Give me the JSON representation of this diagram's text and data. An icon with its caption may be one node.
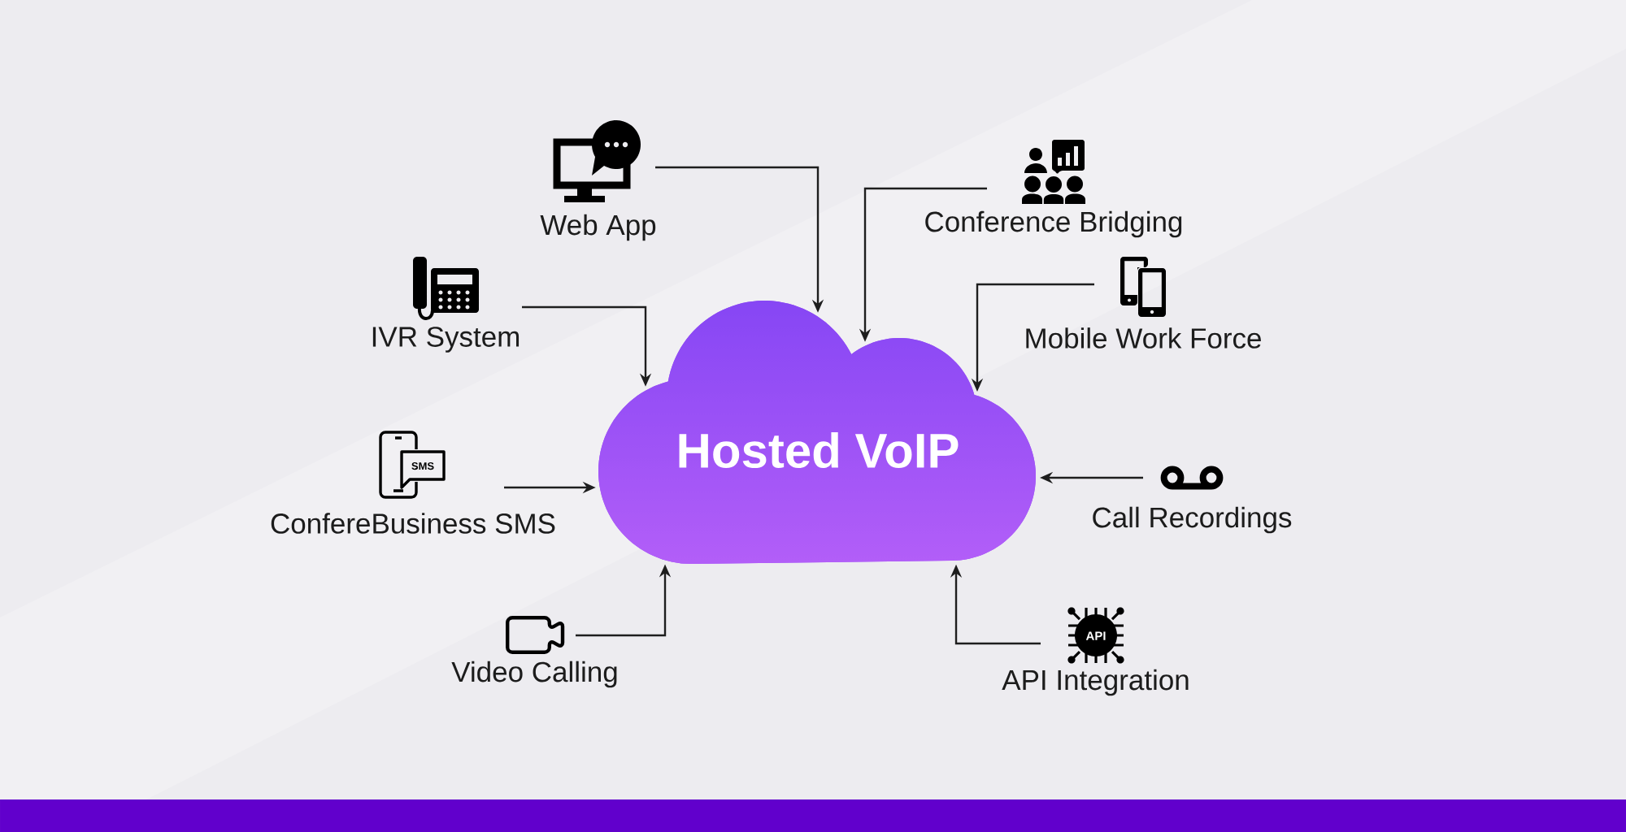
{
  "diagram": {
    "nodes": [
      {
        "text": [
          "Web App"
        ]
      },
      {
        "text": [
          "Conference Bridging"
        ]
      },
      {
        "text": [
          "IVR System"
        ]
      },
      {
        "text": [
          "Mobile Work Force"
        ]
      },
      {
        "text": [
          "Hosted VoIP"
        ]
      },
      {
        "text": [
          "ConfereBusiness SMS"
        ]
      },
      {
        "text": [
          "Call Recordings"
        ]
      },
      {
        "text": [
          "Video Calling"
        ]
      },
      {
        "text": [
          "API Integration"
        ]
      }
    ],
    "edges": [
      {
        "from": 0,
        "to": 4,
        "arrow": "to"
      },
      {
        "from": 1,
        "to": 4,
        "arrow": "to"
      },
      {
        "from": 2,
        "to": 4,
        "arrow": "to"
      },
      {
        "from": 3,
        "to": 4,
        "arrow": "to"
      },
      {
        "from": 5,
        "to": 4,
        "arrow": "to"
      },
      {
        "from": 6,
        "to": 4,
        "arrow": "to"
      },
      {
        "from": 7,
        "to": 4,
        "arrow": "to"
      },
      {
        "from": 8,
        "to": 4,
        "arrow": "to"
      }
    ],
    "labels": [
      "SMS",
      "API"
    ]
  }
}
